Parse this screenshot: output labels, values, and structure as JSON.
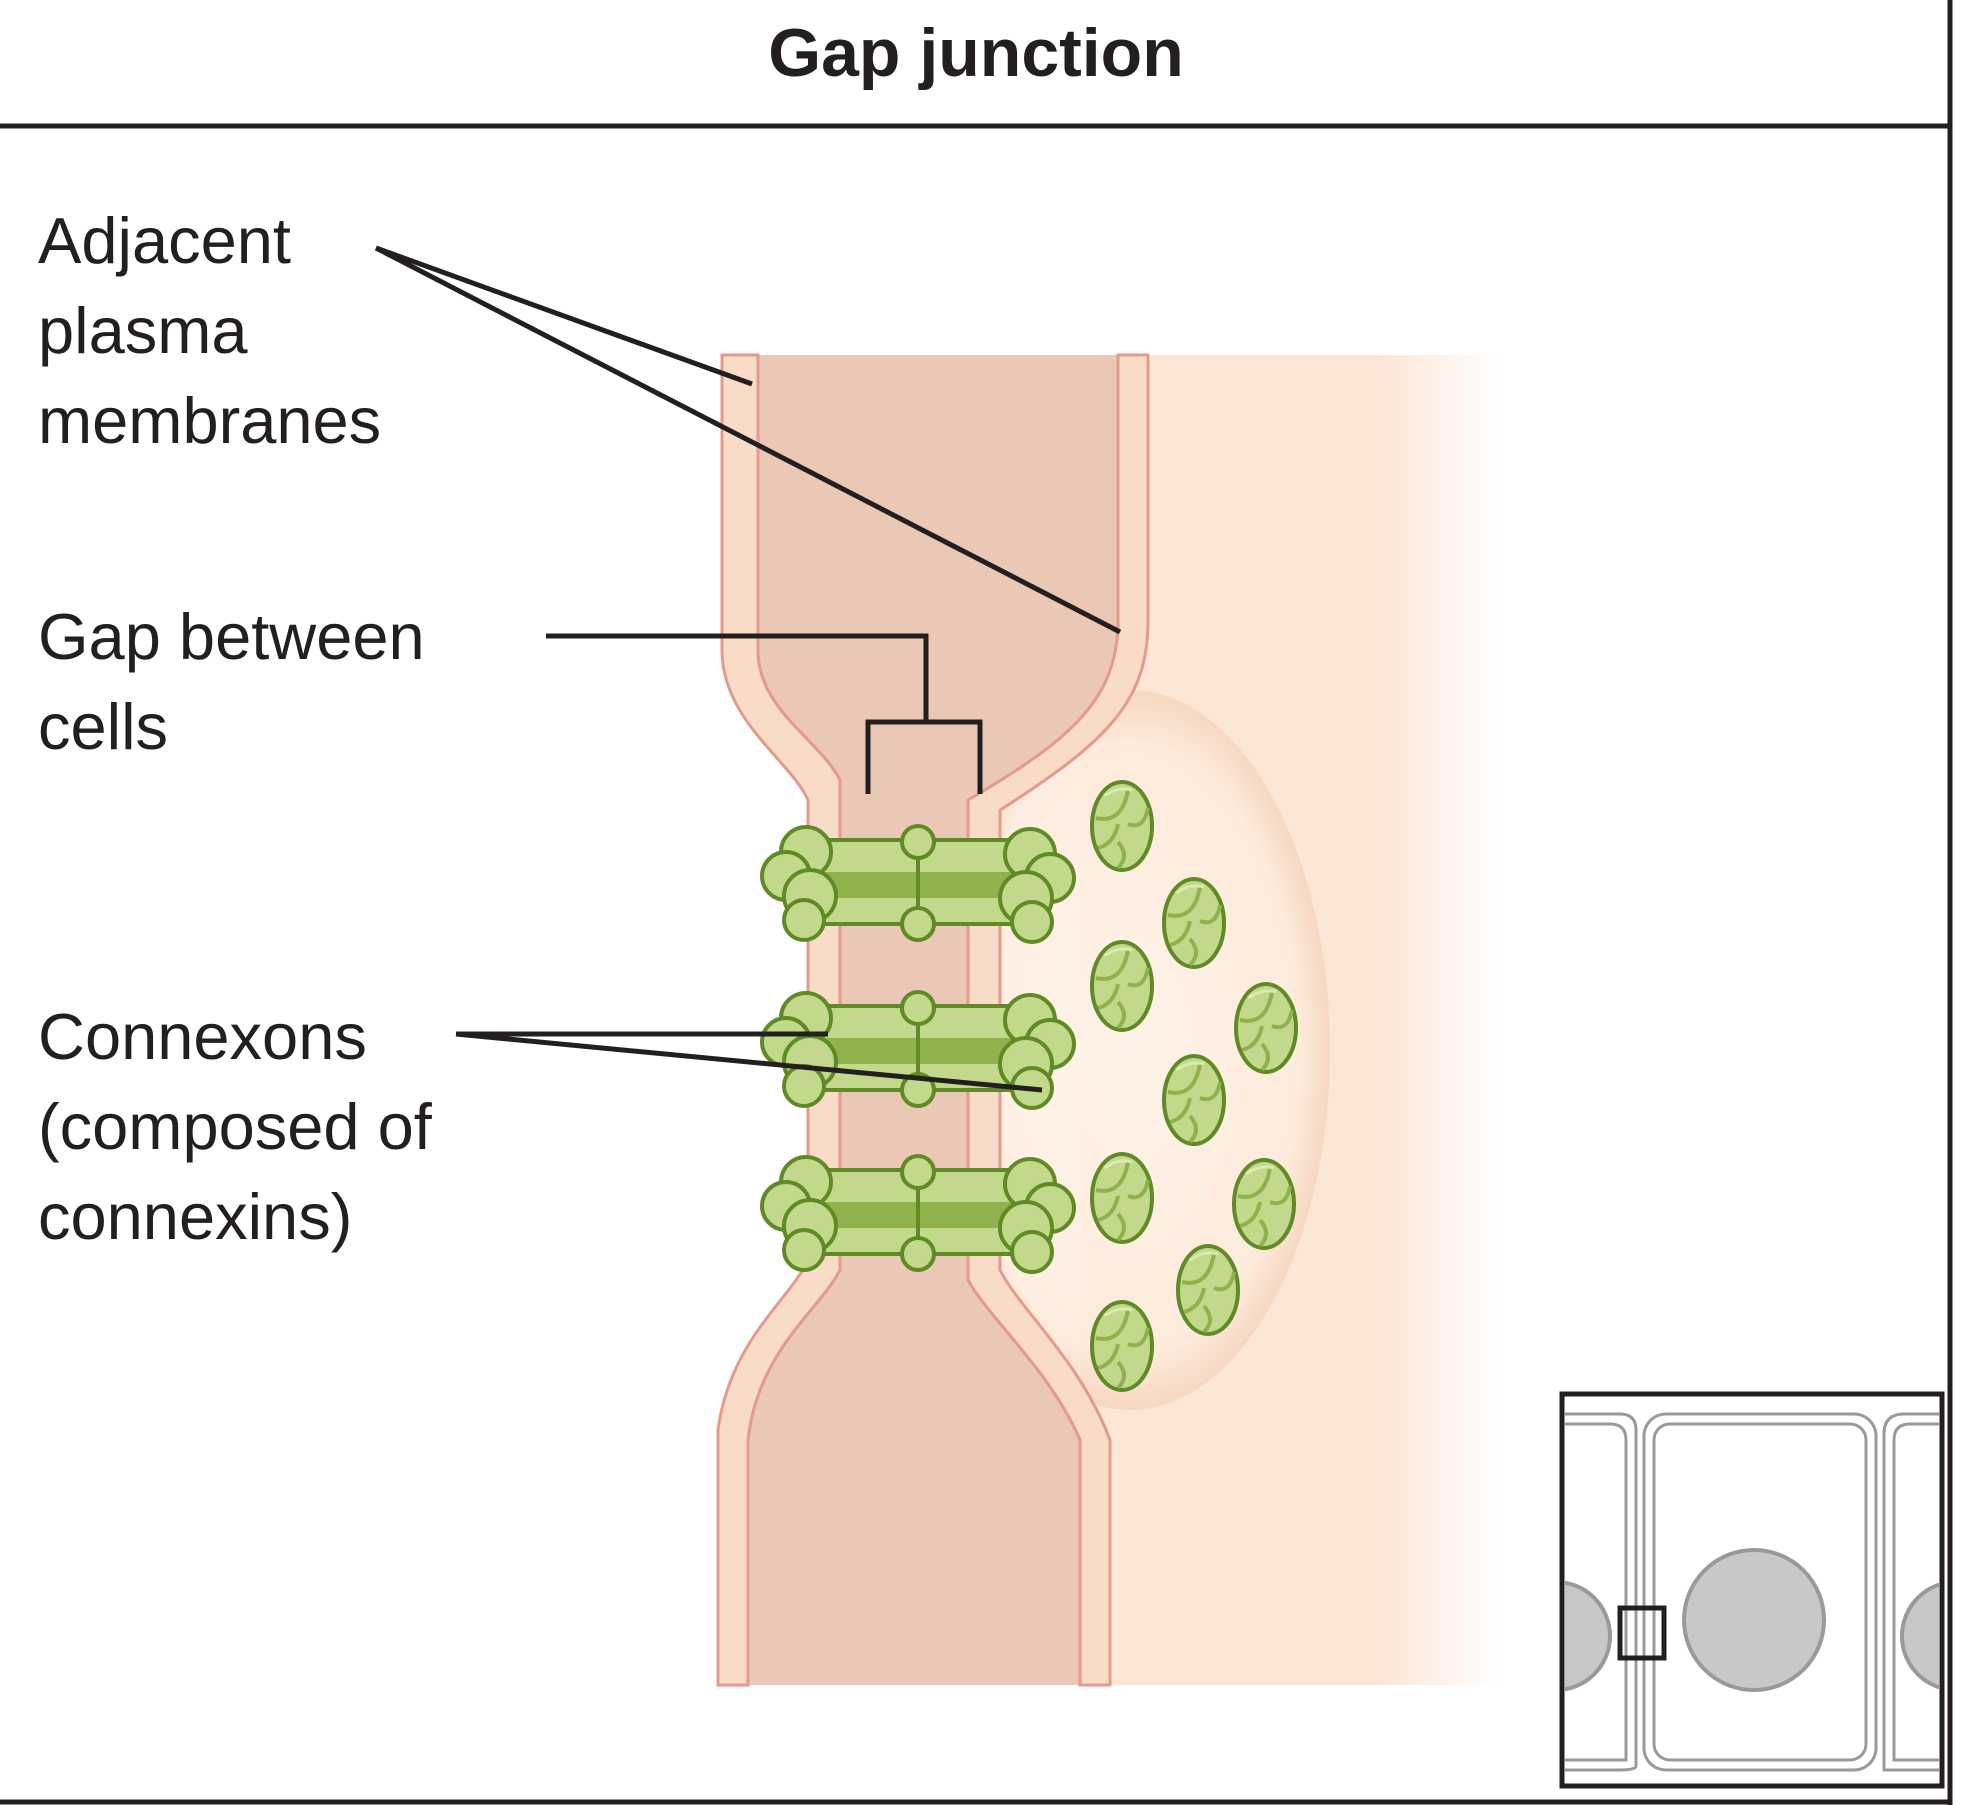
{
  "title": "Gap junction",
  "labels": {
    "membranes": [
      "Adjacent",
      "plasma",
      "membranes"
    ],
    "gap": [
      "Gap between",
      "cells"
    ],
    "connexons": [
      "Connexons",
      "(composed of",
      "connexins)"
    ]
  },
  "colors": {
    "frame": "#231f20",
    "extracellular_gap": "#ebc7b5",
    "membrane_fill": "#f8dcc8",
    "membrane_line": "#e59a8e",
    "cytoplasm": "#fce6d6",
    "connexon_light": "#c2d88a",
    "connexon_dark": "#90b24c",
    "connexon_outline": "#5f8a25",
    "inset_nucleus": "#c7c9c9"
  }
}
